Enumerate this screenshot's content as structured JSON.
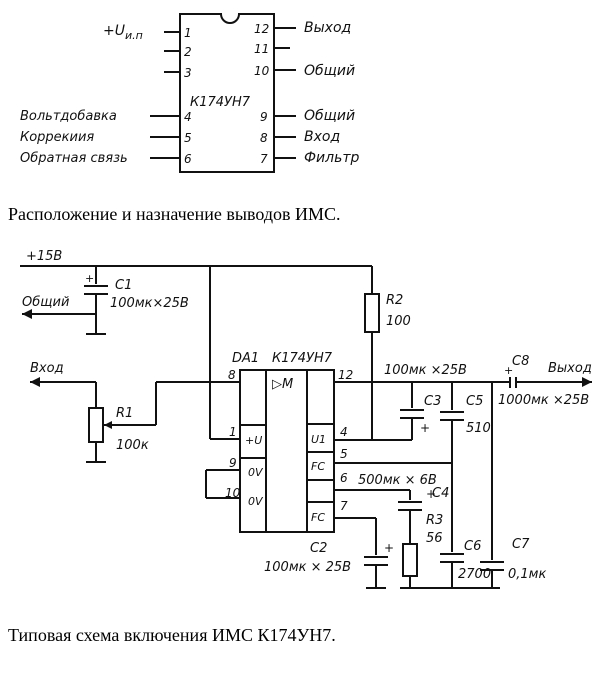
{
  "pinout": {
    "chip_name": "К174УН7",
    "left_pins": [
      {
        "num": "1",
        "label": "+U",
        "label_sub": "и.п"
      },
      {
        "num": "2",
        "label": ""
      },
      {
        "num": "3",
        "label": ""
      },
      {
        "num": "4",
        "label": "Вольтдобавка"
      },
      {
        "num": "5",
        "label": "Коррекиия"
      },
      {
        "num": "6",
        "label": "Обратная связь"
      }
    ],
    "right_pins": [
      {
        "num": "12",
        "label": "Выход"
      },
      {
        "num": "11",
        "label": ""
      },
      {
        "num": "10",
        "label": "Общий"
      },
      {
        "num": "9",
        "label": "Общий"
      },
      {
        "num": "8",
        "label": "Вход"
      },
      {
        "num": "7",
        "label": "Фильтр"
      }
    ]
  },
  "caption1": "Расположение и назначение выводов ИМС.",
  "schematic": {
    "supply_label": "+15В",
    "common_label": "Общий",
    "input_label": "Вход",
    "output_label": "Выход",
    "chip_ref": "DA1",
    "chip_name": "К174УН7",
    "chip_symbol": "▷M",
    "chip_blocks": [
      "U1",
      "FC",
      "FC"
    ],
    "chip_pin_labels": [
      {
        "num": "1",
        "func": "+U"
      },
      {
        "num": "9",
        "func": "0V"
      },
      {
        "num": "10",
        "func": "0V"
      },
      {
        "num": "8",
        "func": ""
      },
      {
        "num": "12",
        "func": ""
      },
      {
        "num": "4",
        "func": ""
      },
      {
        "num": "5",
        "func": ""
      },
      {
        "num": "6",
        "func": ""
      },
      {
        "num": "7",
        "func": ""
      }
    ],
    "components": {
      "C1": {
        "ref": "C1",
        "value": "100мк×25В"
      },
      "R2": {
        "ref": "R2",
        "value": "100"
      },
      "R1": {
        "ref": "R1",
        "value": "100к"
      },
      "C3_value_top": "100мк ×25В",
      "C3": {
        "ref": "C3",
        "value": ""
      },
      "C5": {
        "ref": "C5",
        "value": "510"
      },
      "C8": {
        "ref": "C8",
        "value": "1000мк ×25В"
      },
      "C4": {
        "ref": "C4",
        "value": "500мк × 6В"
      },
      "R3": {
        "ref": "R3",
        "value": "56"
      },
      "C2": {
        "ref": "C2",
        "value": "100мк × 25В"
      },
      "C6": {
        "ref": "C6",
        "value": "2700"
      },
      "C7": {
        "ref": "C7",
        "value": "0,1мк"
      }
    }
  },
  "caption2": "Типовая схема включения ИМС К174УН7."
}
